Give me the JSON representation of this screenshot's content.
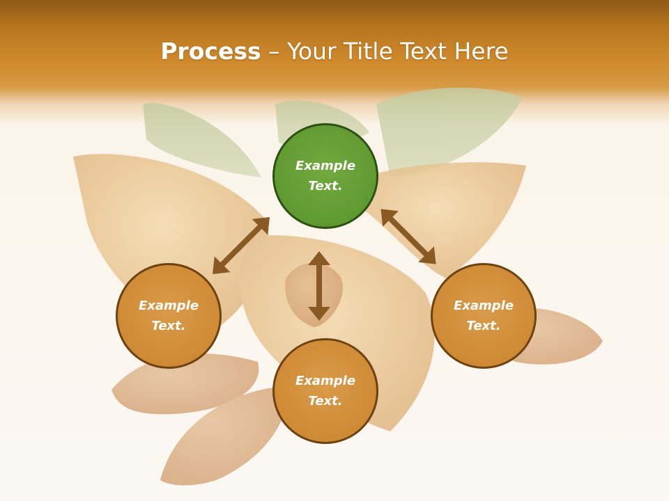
{
  "slide": {
    "title_bold": "Process",
    "title_rest": " – Your Title Text Here"
  },
  "nodes": {
    "top": {
      "text": "Example Text."
    },
    "left": {
      "text": "Example Text."
    },
    "right": {
      "text": "Example Text."
    },
    "bottom": {
      "text": "Example Text."
    }
  },
  "colors": {
    "accent": "#d08a2b",
    "node_fill": "#cf8a35",
    "node_highlight": "#5f9a31",
    "arrow": "#8a5a24"
  }
}
